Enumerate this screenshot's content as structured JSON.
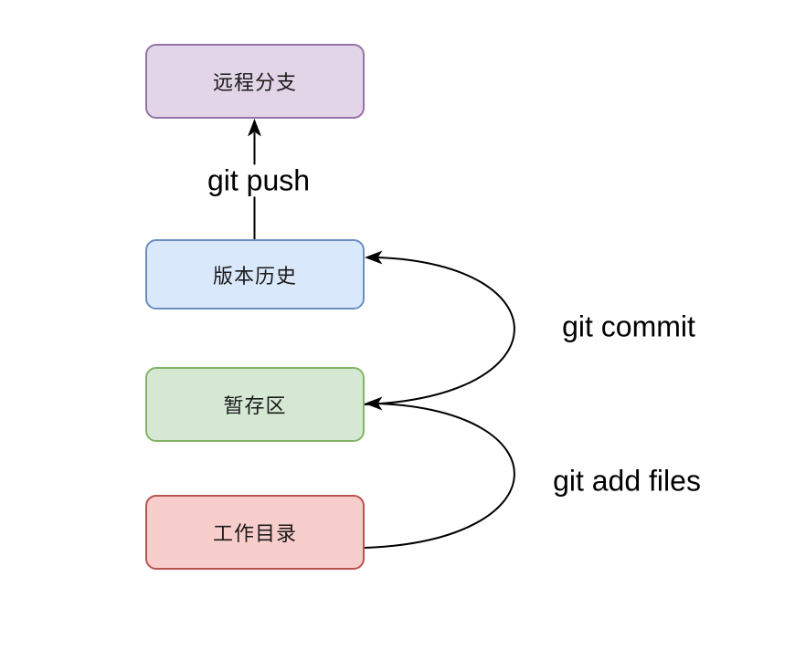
{
  "diagram": {
    "background": "#ffffff",
    "arrow_color": "#000000",
    "nodes": [
      {
        "id": "remote-branch",
        "label": "远程分支",
        "fill": "#e1d5e7",
        "stroke": "#9673a6"
      },
      {
        "id": "version-history",
        "label": "版本历史",
        "fill": "#dae8fc",
        "stroke": "#6c8ebf"
      },
      {
        "id": "staging-area",
        "label": "暂存区",
        "fill": "#d5e8d4",
        "stroke": "#82b366"
      },
      {
        "id": "working-directory",
        "label": "工作目录",
        "fill": "#f8cecc",
        "stroke": "#b85450"
      }
    ],
    "edges": [
      {
        "id": "push",
        "label": "git push",
        "from": "version-history",
        "to": "remote-branch"
      },
      {
        "id": "commit",
        "label": "git commit",
        "from": "staging-area",
        "to": "version-history"
      },
      {
        "id": "add",
        "label": "git add files",
        "from": "working-directory",
        "to": "staging-area"
      }
    ]
  }
}
